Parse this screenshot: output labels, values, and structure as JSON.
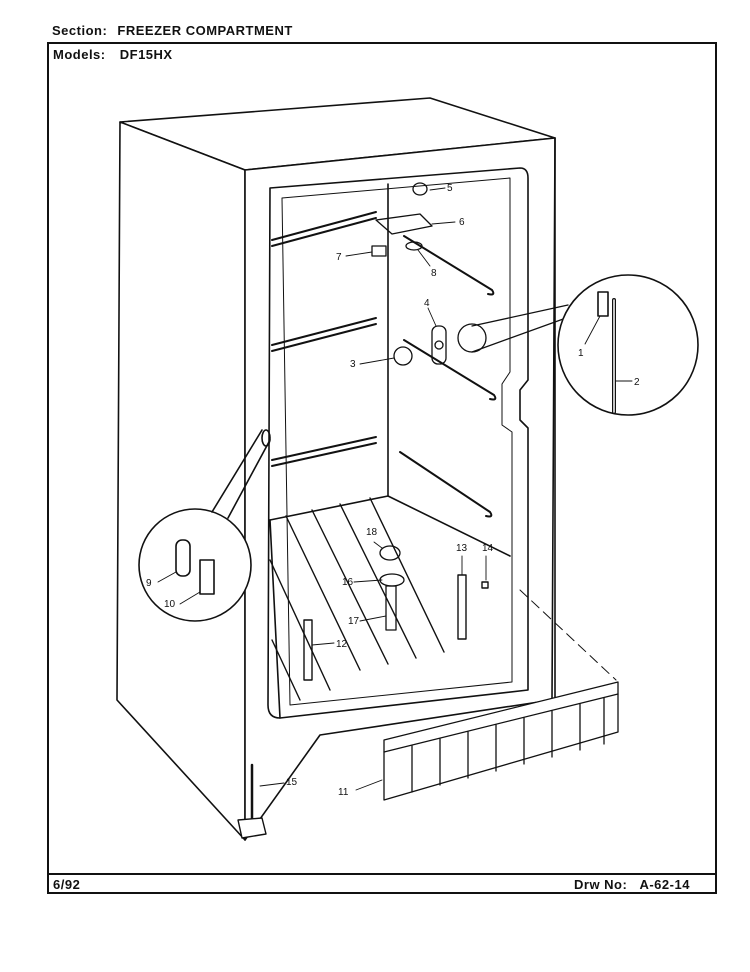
{
  "header": {
    "section_label": "Section:",
    "section_value": "FREEZER COMPARTMENT",
    "models_label": "Models:",
    "models_value": "DF15HX"
  },
  "footer": {
    "date": "6/92",
    "drawing_label": "Drw No:",
    "drawing_number": "A-62-14"
  },
  "callouts": [
    "1",
    "2",
    "3",
    "4",
    "5",
    "6",
    "7",
    "8",
    "9",
    "10",
    "11",
    "12",
    "13",
    "14",
    "15",
    "16",
    "17",
    "18"
  ]
}
